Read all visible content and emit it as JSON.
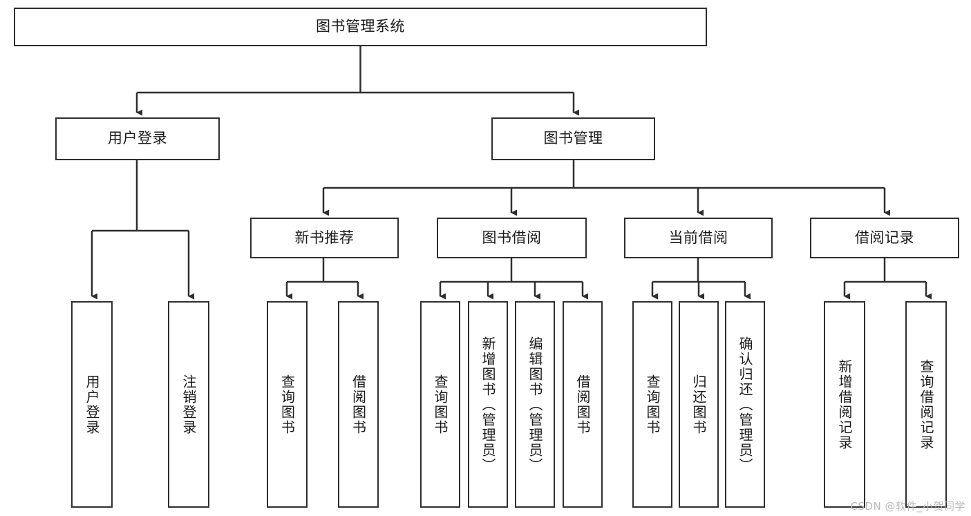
{
  "diagram": {
    "type": "tree-hierarchy",
    "title": "图书管理系统",
    "orientation": "top-down",
    "watermark": "CSDN @软件_小贺同学",
    "levels": [
      {
        "level": 1,
        "nodes": [
          {
            "id": "root",
            "label": "图书管理系统",
            "text_direction": "horizontal"
          }
        ]
      },
      {
        "level": 2,
        "nodes": [
          {
            "id": "user-login",
            "label": "用户登录",
            "text_direction": "horizontal",
            "parent": "root"
          },
          {
            "id": "book-manage",
            "label": "图书管理",
            "text_direction": "horizontal",
            "parent": "root"
          }
        ]
      },
      {
        "level": 3,
        "nodes": [
          {
            "id": "new-book-rec",
            "label": "新书推荐",
            "text_direction": "horizontal",
            "parent": "book-manage"
          },
          {
            "id": "book-borrow",
            "label": "图书借阅",
            "text_direction": "horizontal",
            "parent": "book-manage"
          },
          {
            "id": "current-borrow",
            "label": "当前借阅",
            "text_direction": "horizontal",
            "parent": "book-manage"
          },
          {
            "id": "borrow-record",
            "label": "借阅记录",
            "text_direction": "horizontal",
            "parent": "book-manage"
          }
        ]
      },
      {
        "level": 4,
        "nodes": [
          {
            "id": "leaf-1",
            "label": "用户登录",
            "text_direction": "vertical",
            "parent": "user-login"
          },
          {
            "id": "leaf-2",
            "label": "注销登录",
            "text_direction": "vertical",
            "parent": "user-login"
          },
          {
            "id": "leaf-3",
            "label": "查询图书",
            "text_direction": "vertical",
            "parent": "new-book-rec"
          },
          {
            "id": "leaf-4",
            "label": "借阅图书",
            "text_direction": "vertical",
            "parent": "new-book-rec"
          },
          {
            "id": "leaf-5",
            "label": "查询图书",
            "text_direction": "vertical",
            "parent": "book-borrow"
          },
          {
            "id": "leaf-6",
            "label": "新增图书（管理员）",
            "text_direction": "vertical",
            "parent": "book-borrow"
          },
          {
            "id": "leaf-7",
            "label": "编辑图书（管理员）",
            "text_direction": "vertical",
            "parent": "book-borrow"
          },
          {
            "id": "leaf-8",
            "label": "借阅图书",
            "text_direction": "vertical",
            "parent": "book-borrow"
          },
          {
            "id": "leaf-9",
            "label": "查询图书",
            "text_direction": "vertical",
            "parent": "current-borrow"
          },
          {
            "id": "leaf-10",
            "label": "归还图书",
            "text_direction": "vertical",
            "parent": "current-borrow"
          },
          {
            "id": "leaf-11",
            "label": "确认归还（管理员）",
            "text_direction": "vertical",
            "parent": "current-borrow"
          },
          {
            "id": "leaf-12",
            "label": "新增借阅记录",
            "text_direction": "vertical",
            "parent": "borrow-record"
          },
          {
            "id": "leaf-13",
            "label": "查询借阅记录",
            "text_direction": "vertical",
            "parent": "borrow-record"
          }
        ]
      }
    ],
    "colors": {
      "background": "#ffffff",
      "node_border": "#2e2e2e",
      "node_fill": "#ffffff",
      "text": "#1a1a1a",
      "connector": "#2e2e2e",
      "watermark": "#b9b9b9"
    }
  }
}
